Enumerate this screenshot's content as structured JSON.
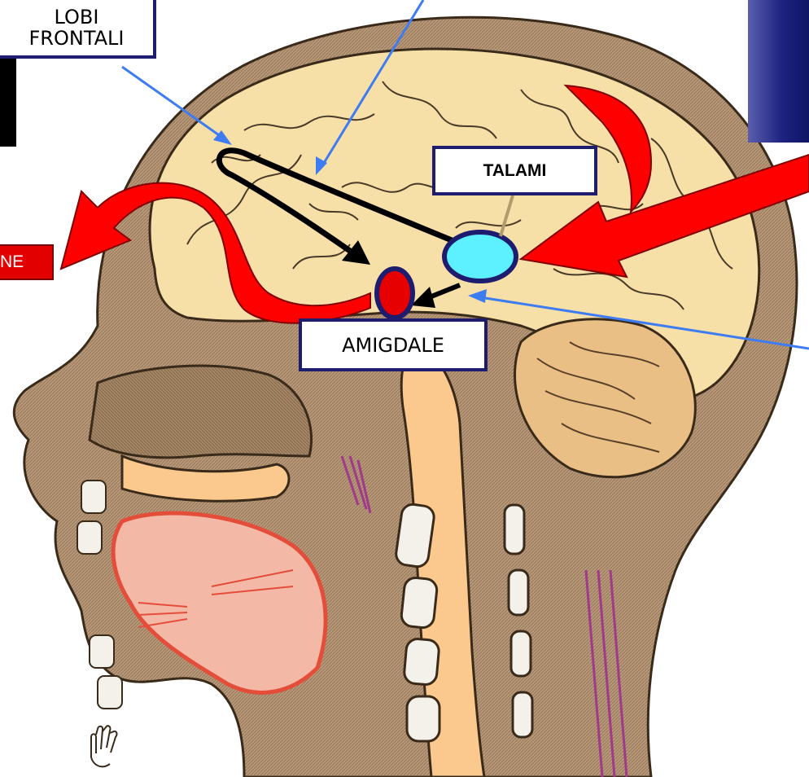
{
  "labels": {
    "lobi_line1": "LOBI",
    "lobi_line2": "FRONTALI",
    "talami": "TALAMI",
    "amigdale": "AMIGDALE",
    "ne_fragment": "NE"
  },
  "colors": {
    "label_border": "#1d1c6e",
    "red_arrow": "#ff0000",
    "blue_pointer": "#3d7cf2",
    "talamo_fill": "#5df0ff",
    "amigdala_fill": "#e60000",
    "brain": "#f7dfa8",
    "skin": "#c9a58a",
    "tissue": "#fbc98e"
  },
  "icons": {
    "hand": "hand-drawn-hand-icon"
  }
}
